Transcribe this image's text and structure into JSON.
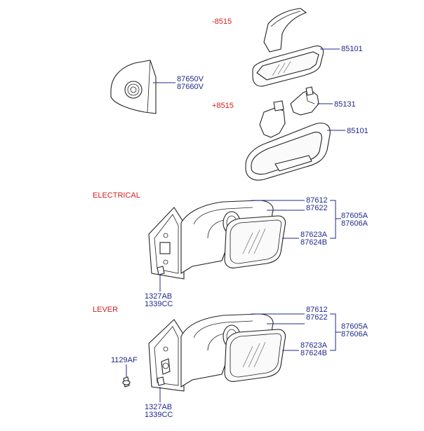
{
  "section_labels": {
    "variant_minus": "-8515",
    "variant_plus": "+8515",
    "electrical": "ELECTRICAL",
    "lever": "LEVER"
  },
  "part_numbers": {
    "inner_mirror_top": "85101",
    "inner_mirror_bottom": "85101",
    "mirror_cover": "85131",
    "garnish_a": "87650V",
    "garnish_b": "87660V",
    "elec_housing_a": "87612",
    "elec_housing_b": "87622",
    "elec_assy_a": "87605A",
    "elec_assy_b": "87606A",
    "elec_glass_a": "87623A",
    "elec_glass_b": "87624B",
    "elec_cap_a": "1327AB",
    "elec_cap_b": "1339CC",
    "lever_housing_a": "87612",
    "lever_housing_b": "87622",
    "lever_assy_a": "87605A",
    "lever_assy_b": "87606A",
    "lever_glass_a": "87623A",
    "lever_glass_b": "87624B",
    "lever_bolt": "1129AF",
    "lever_cap_a": "1327AB",
    "lever_cap_b": "1339CC"
  }
}
